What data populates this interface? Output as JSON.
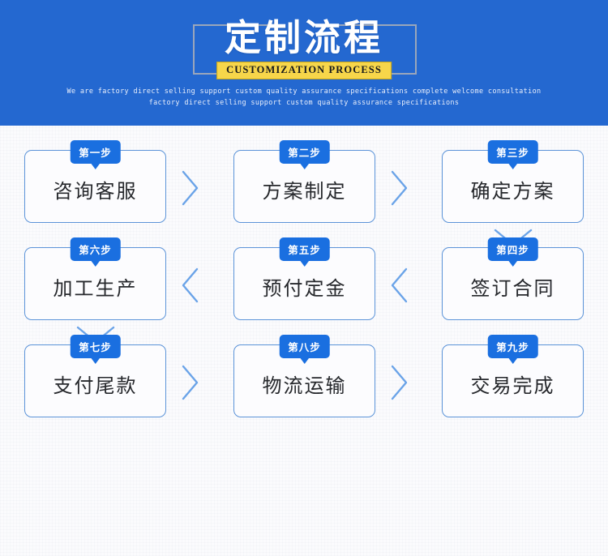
{
  "banner": {
    "title": "定制流程",
    "badge_en": "CUSTOMIZATION PROCESS",
    "subtitle_line1": "We are factory direct selling support custom quality assurance specifications complete welcome consultation",
    "subtitle_line2": "factory direct selling support custom quality assurance specifications",
    "bg_color": "#2468d0",
    "badge_bg_color": "#f7d64a",
    "bracket_color": "#9aa6bb"
  },
  "theme": {
    "accent_blue": "#1a6fe0",
    "card_border": "#5b93d8",
    "card_bg": "#fcfcfe",
    "text_color": "#26282c"
  },
  "rows": [
    {
      "direction": "right",
      "cards": [
        {
          "step": "第一步",
          "label": "咨询客服"
        },
        {
          "step": "第二步",
          "label": "方案制定"
        },
        {
          "step": "第三步",
          "label": "确定方案"
        }
      ]
    },
    {
      "direction": "left",
      "cards": [
        {
          "step": "第六步",
          "label": "加工生产"
        },
        {
          "step": "第五步",
          "label": "预付定金"
        },
        {
          "step": "第四步",
          "label": "签订合同"
        }
      ]
    },
    {
      "direction": "right",
      "cards": [
        {
          "step": "第七步",
          "label": "支付尾款"
        },
        {
          "step": "第八步",
          "label": "物流运输"
        },
        {
          "step": "第九步",
          "label": "交易完成"
        }
      ]
    }
  ]
}
